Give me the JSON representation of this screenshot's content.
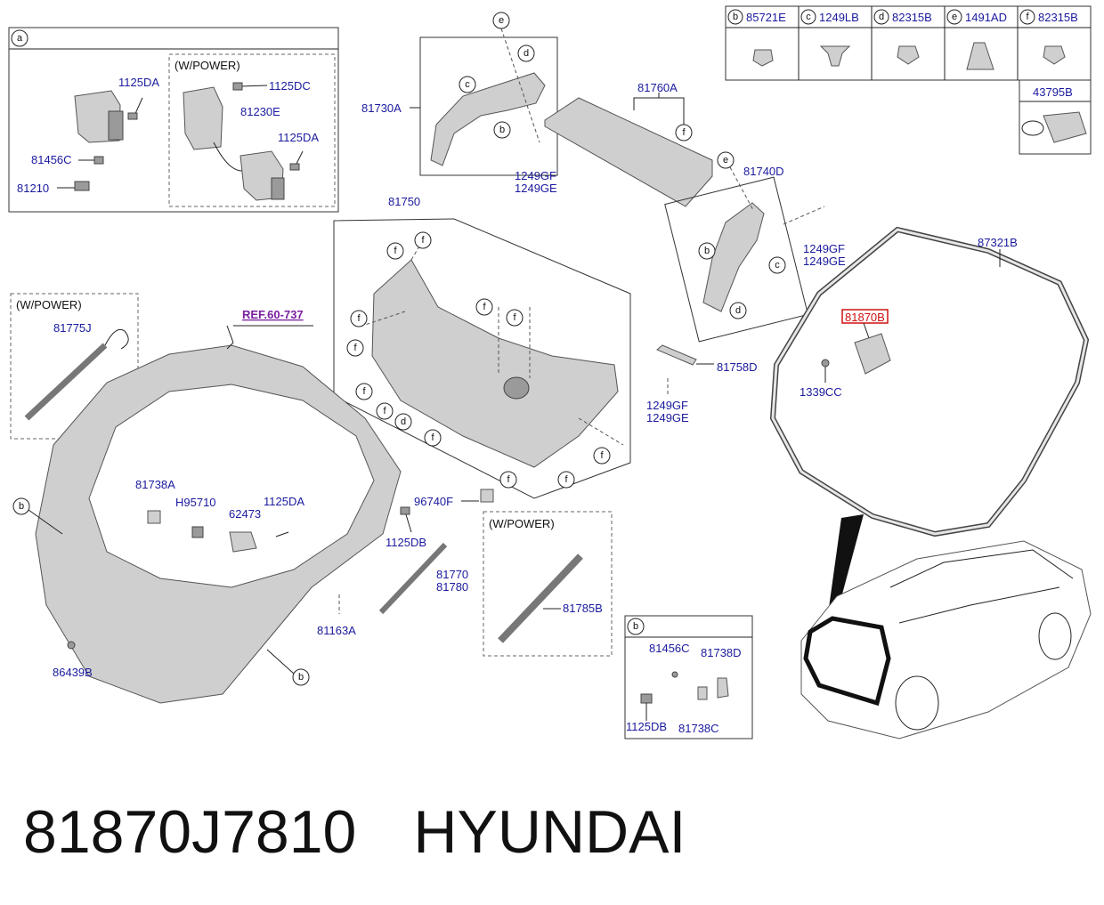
{
  "legend": {
    "items": [
      {
        "key": "b",
        "code": "85721E"
      },
      {
        "key": "c",
        "code": "1249LB"
      },
      {
        "key": "d",
        "code": "82315B"
      },
      {
        "key": "e",
        "code": "1491AD"
      },
      {
        "key": "f",
        "code": "82315B"
      }
    ],
    "extra_code": "43795B"
  },
  "boxes": {
    "a_label": "a",
    "a_power_label": "(W/POWER)",
    "left_power_label": "(W/POWER)",
    "mid_power_label": "(W/POWER)",
    "b_label": "b"
  },
  "ref": "REF.60-737",
  "parts": {
    "p1125DA_a": "1125DA",
    "p81456C_a": "81456C",
    "p81210": "81210",
    "p1125DC": "1125DC",
    "p81230E": "81230E",
    "p1125DA_a2": "1125DA",
    "p81730A": "81730A",
    "p1249GF_1": "1249GF",
    "p1249GE_1": "1249GE",
    "p81760A": "81760A",
    "p81740D": "81740D",
    "p1249GF_2": "1249GF",
    "p1249GE_2": "1249GE",
    "p81750": "81750",
    "p81758D": "81758D",
    "p1249GF_3": "1249GF",
    "p1249GE_3": "1249GE",
    "p87321B": "87321B",
    "p81870B": "81870B",
    "p1339CC": "1339CC",
    "p81775J": "81775J",
    "p81738A": "81738A",
    "pH95710": "H95710",
    "p62473": "62473",
    "p1125DA_m": "1125DA",
    "p96740F": "96740F",
    "p1125DB_m": "1125DB",
    "p81770": "81770",
    "p81780": "81780",
    "p81163A": "81163A",
    "p86439B": "86439B",
    "p81785B": "81785B",
    "p81456C_b": "81456C",
    "p81738D": "81738D",
    "p1125DB_b": "1125DB",
    "p81738C": "81738C"
  },
  "callouts": {
    "a": "a",
    "b": "b",
    "c": "c",
    "d": "d",
    "e": "e",
    "f": "f"
  },
  "caption": {
    "part_number": "81870J7810",
    "brand": "HYUNDAI"
  },
  "colors": {
    "part_label": "#1a1a9e",
    "highlight": "#d01010",
    "reference": "#7a1fa0"
  }
}
